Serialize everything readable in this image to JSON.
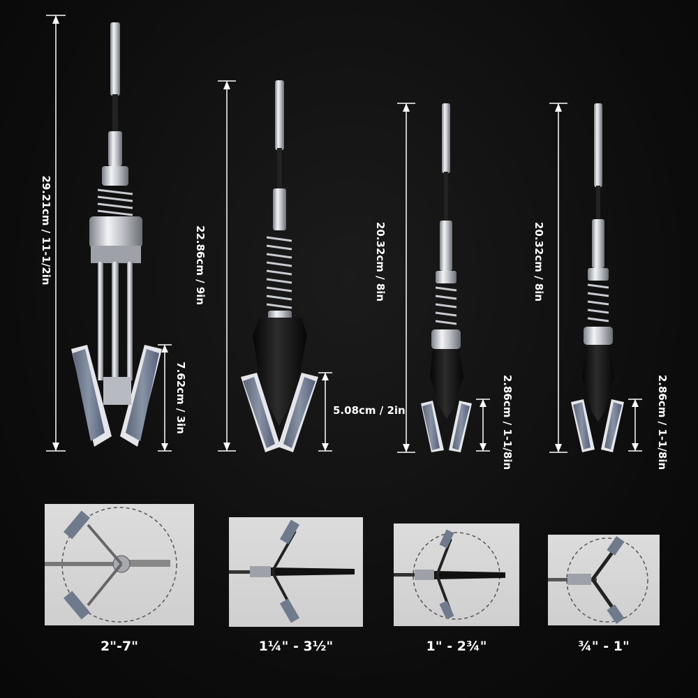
{
  "colors": {
    "background": "#0c0c0c",
    "steel": "#c9ccd1",
    "stone": "#6f7a8c",
    "black_body": "#151515",
    "panel": "#d4d4d4",
    "text": "#ffffff"
  },
  "tools": [
    {
      "overall_height": "29.21cm / 11-1/2in",
      "stone_height": "7.62cm / 3in"
    },
    {
      "overall_height": "22.86cm / 9in",
      "stone_height": "5.08cm / 2in"
    },
    {
      "overall_height": "20.32cm / 8in",
      "stone_height": "2.86cm / 1-1/8in"
    },
    {
      "overall_height": "20.32cm / 8in",
      "stone_height": "2.86cm / 1-1/8in"
    }
  ],
  "ranges": [
    {
      "label": "2\"-7\""
    },
    {
      "label": "1¼\" - 3½\""
    },
    {
      "label": "1\" - 2¾\""
    },
    {
      "label": "¾\" - 1\""
    }
  ]
}
